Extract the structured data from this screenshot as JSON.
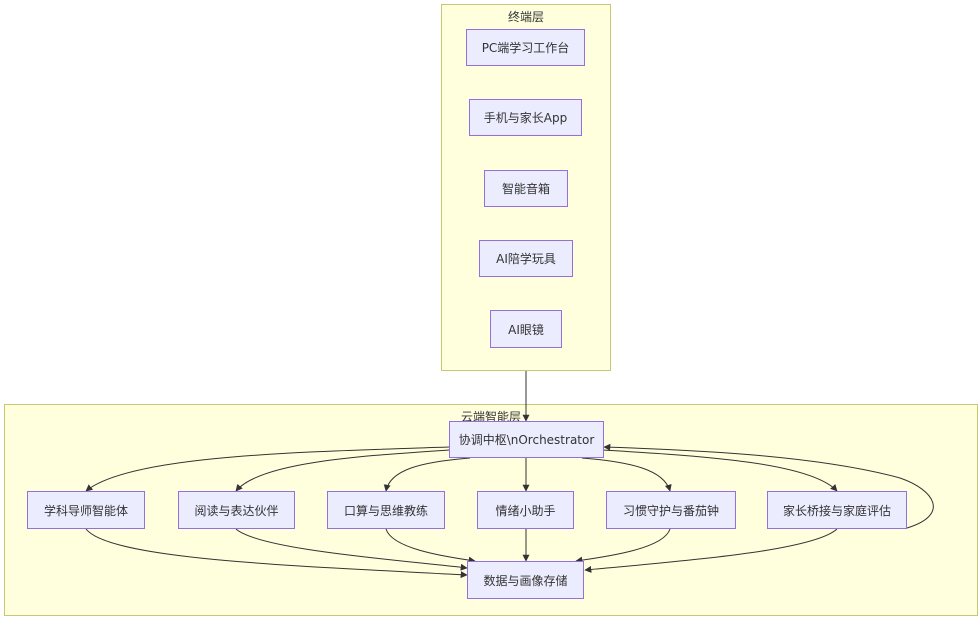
{
  "clusters": {
    "terminal": {
      "title": "终端层"
    },
    "cloud": {
      "title": "云端智能层"
    }
  },
  "nodes": {
    "pc": "PC端学习工作台",
    "phone": "手机与家长App",
    "speaker": "智能音箱",
    "toy": "AI陪学玩具",
    "glasses": "AI眼镜",
    "orchestrator": "协调中枢\\nOrchestrator",
    "subject": "学科导师智能体",
    "reading": "阅读与表达伙伴",
    "math": "口算与思维教练",
    "emotion": "情绪小助手",
    "habit": "习惯守护与番茄钟",
    "parent": "家长桥接与家庭评估",
    "data": "数据与画像存储"
  },
  "colors": {
    "node_fill": "#ececff",
    "node_border": "#9370db",
    "cluster_fill": "#ffffde",
    "cluster_border": "#c8c870",
    "edge": "#333333"
  }
}
